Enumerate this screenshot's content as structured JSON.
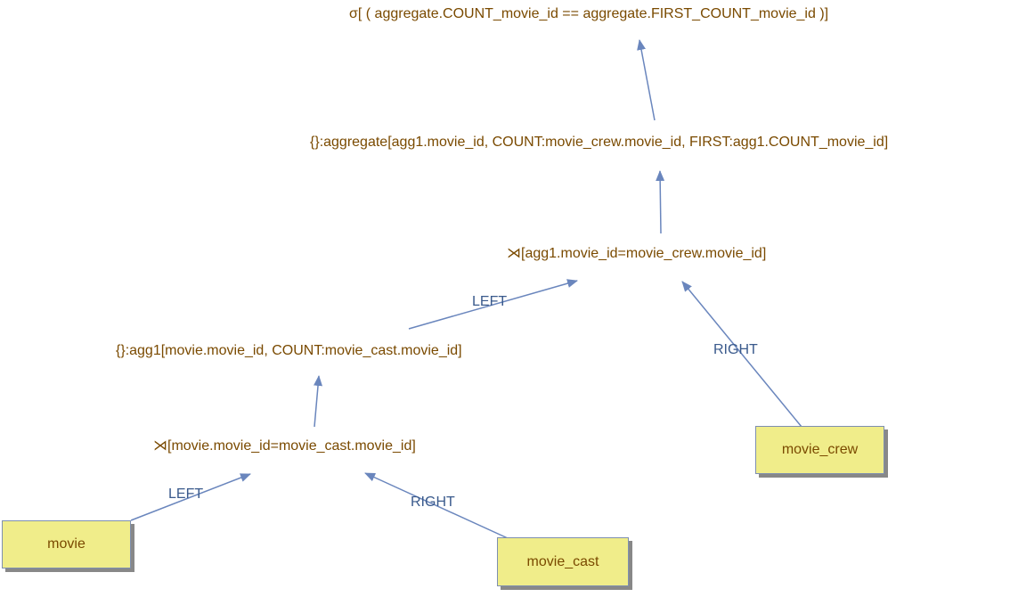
{
  "nodes": {
    "select": "σ[ ( aggregate.COUNT_movie_id == aggregate.FIRST_COUNT_movie_id )]",
    "aggregate": "{}:aggregate[agg1.movie_id, COUNT:movie_crew.movie_id, FIRST:agg1.COUNT_movie_id]",
    "join_top": "⋊[agg1.movie_id=movie_crew.movie_id]",
    "agg1": "{}:agg1[movie.movie_id, COUNT:movie_cast.movie_id]",
    "join_bottom": "⋊[movie.movie_id=movie_cast.movie_id]"
  },
  "tables": {
    "movie": "movie",
    "movie_cast": "movie_cast",
    "movie_crew": "movie_crew"
  },
  "edge_labels": {
    "agg1_to_join_top": "LEFT",
    "crew_to_join_top": "RIGHT",
    "movie_to_join_bottom": "LEFT",
    "cast_to_join_bottom": "RIGHT"
  },
  "colors": {
    "node_text": "#7a4a00",
    "edge_line": "#6a86bd",
    "edge_text": "#3a5a8c",
    "table_fill": "#f0ed8a"
  }
}
